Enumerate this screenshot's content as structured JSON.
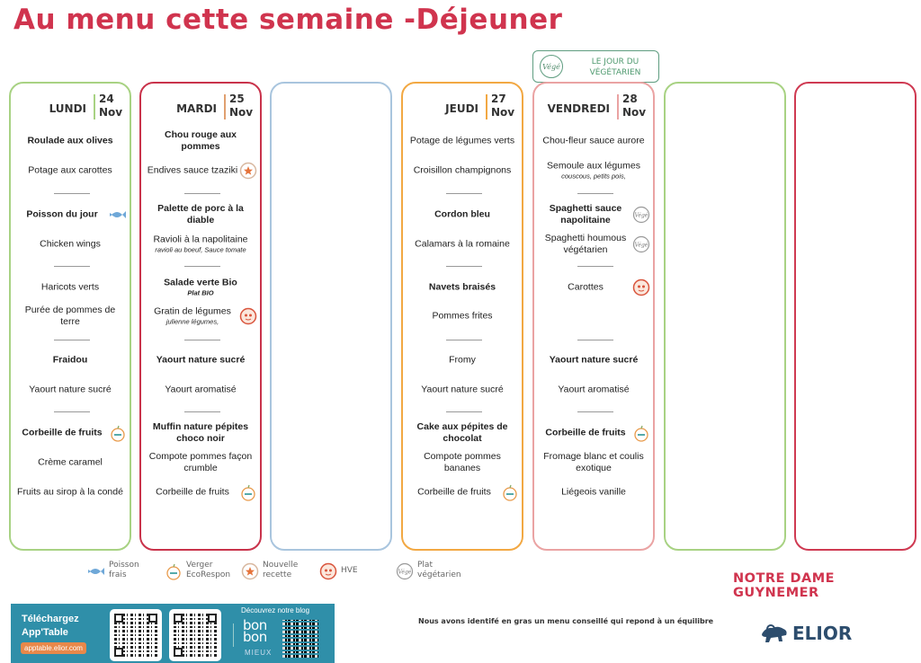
{
  "title": "Au menu cette semaine -Déjeuner",
  "vege_banner": {
    "logo": "Végé",
    "line1": "LE JOUR DU",
    "line2": "VÉGÉTARIEN"
  },
  "colors": {
    "title": "#d0344e",
    "vege": "#5f9d80",
    "fish": "#6fa8d8",
    "apple": "#e89a4a",
    "hve": "#d9543c"
  },
  "columns": [
    {
      "day": "LUNDI",
      "num": "24",
      "month": "Nov",
      "border": "#a8d283",
      "divider": "#a8d283",
      "items": [
        {
          "text": "Roulade aux olives",
          "bold": true
        },
        {
          "text": "Potage aux carottes"
        },
        {
          "text": "Poisson du jour",
          "bold": true,
          "icon": "fish-icon"
        },
        {
          "text": "Chicken wings"
        },
        {
          "text": "Haricots verts"
        },
        {
          "text": "Purée de pommes de terre"
        },
        {
          "text": "Fraidou",
          "bold": true
        },
        {
          "text": "Yaourt nature sucré"
        },
        {
          "text": "Corbeille de fruits",
          "bold": true,
          "icon": "apple-icon"
        },
        {
          "text": "Crème caramel"
        },
        {
          "text": "Fruits au sirop à la condé"
        }
      ]
    },
    {
      "day": "MARDI",
      "num": "25",
      "month": "Nov",
      "border": "#c9334b",
      "divider": "#e0a070",
      "items": [
        {
          "text": "Chou rouge aux pommes",
          "bold": true
        },
        {
          "text": "Endives sauce tzaziki",
          "icon": "star-icon"
        },
        {
          "text": "Palette de porc à la diable",
          "bold": true
        },
        {
          "text": "Ravioli à la napolitaine",
          "sub": "ravioli au boeuf, Sauce tomate"
        },
        {
          "text": "Salade verte Bio",
          "bold": true,
          "sub": "Plat BIO"
        },
        {
          "text": "Gratin de légumes",
          "sub": "julienne légumes,",
          "icon": "hve-icon"
        },
        {
          "text": "Yaourt nature sucré",
          "bold": true
        },
        {
          "text": "Yaourt aromatisé"
        },
        {
          "text": "Muffin nature pépites choco noir",
          "bold": true
        },
        {
          "text": "Compote pommes façon crumble"
        },
        {
          "text": "Corbeille de fruits",
          "icon": "apple-icon"
        }
      ]
    },
    {
      "day": "",
      "num": "",
      "month": "",
      "border": "#a9c5de",
      "items": []
    },
    {
      "day": "JEUDI",
      "num": "27",
      "month": "Nov",
      "border": "#f2a843",
      "divider": "#f2a843",
      "items": [
        {
          "text": "Potage de légumes verts"
        },
        {
          "text": "Croisillon champignons"
        },
        {
          "text": "Cordon bleu",
          "bold": true
        },
        {
          "text": "Calamars à la romaine"
        },
        {
          "text": "Navets braisés",
          "bold": true
        },
        {
          "text": "Pommes frites"
        },
        {
          "text": "Fromy"
        },
        {
          "text": "Yaourt nature sucré"
        },
        {
          "text": "Cake aux pépites de chocolat",
          "bold": true
        },
        {
          "text": "Compote pommes bananes"
        },
        {
          "text": "Corbeille de fruits",
          "icon": "apple-icon"
        }
      ]
    },
    {
      "day": "VENDREDI",
      "num": "28",
      "month": "Nov",
      "border": "#eaa3a3",
      "divider": "#eaa3a3",
      "items": [
        {
          "text": "Chou-fleur sauce aurore"
        },
        {
          "text": "Semoule aux légumes",
          "sub": "couscous, petits pois,"
        },
        {
          "text": "Spaghetti sauce napolitaine",
          "bold": true,
          "icon": "vege-icon"
        },
        {
          "text": "Spaghetti houmous végétarien",
          "icon": "vege-icon"
        },
        {
          "text": "Carottes",
          "icon": "hve-icon"
        },
        null,
        {
          "text": "Yaourt nature sucré",
          "bold": true
        },
        {
          "text": "Yaourt aromatisé"
        },
        {
          "text": "Corbeille de fruits",
          "bold": true,
          "icon": "apple-icon"
        },
        {
          "text": "Fromage blanc et coulis exotique"
        },
        {
          "text": "Liégeois vanille"
        }
      ]
    },
    {
      "day": "",
      "num": "",
      "month": "",
      "border": "#a8d283",
      "items": []
    },
    {
      "day": "",
      "num": "",
      "month": "",
      "border": "#cf3a52",
      "items": []
    }
  ],
  "legend": [
    {
      "icon": "fish-icon",
      "label1": "Poisson",
      "label2": "frais"
    },
    {
      "icon": "apple-icon",
      "label1": "Verger",
      "label2": "EcoRespon"
    },
    {
      "icon": "star-icon",
      "label1": "Nouvelle",
      "label2": "recette"
    },
    {
      "icon": "hve-icon",
      "label1": "HVE",
      "label2": ""
    },
    {
      "icon": "vege-icon",
      "label1": "Plat",
      "label2": "végétarien"
    }
  ],
  "banner": {
    "line1": "Téléchargez",
    "line2": "App'Table",
    "url": "apptable.elior.com",
    "blog": "Découvrez notre blog",
    "logo1": "bon",
    "logo2": "bon",
    "logo3": "MIEUX"
  },
  "note": "Nous avons identifé en gras un menu conseillé qui repond à un équilibre",
  "school": "NOTRE DAME GUYNEMER",
  "brand": "ELIOR"
}
